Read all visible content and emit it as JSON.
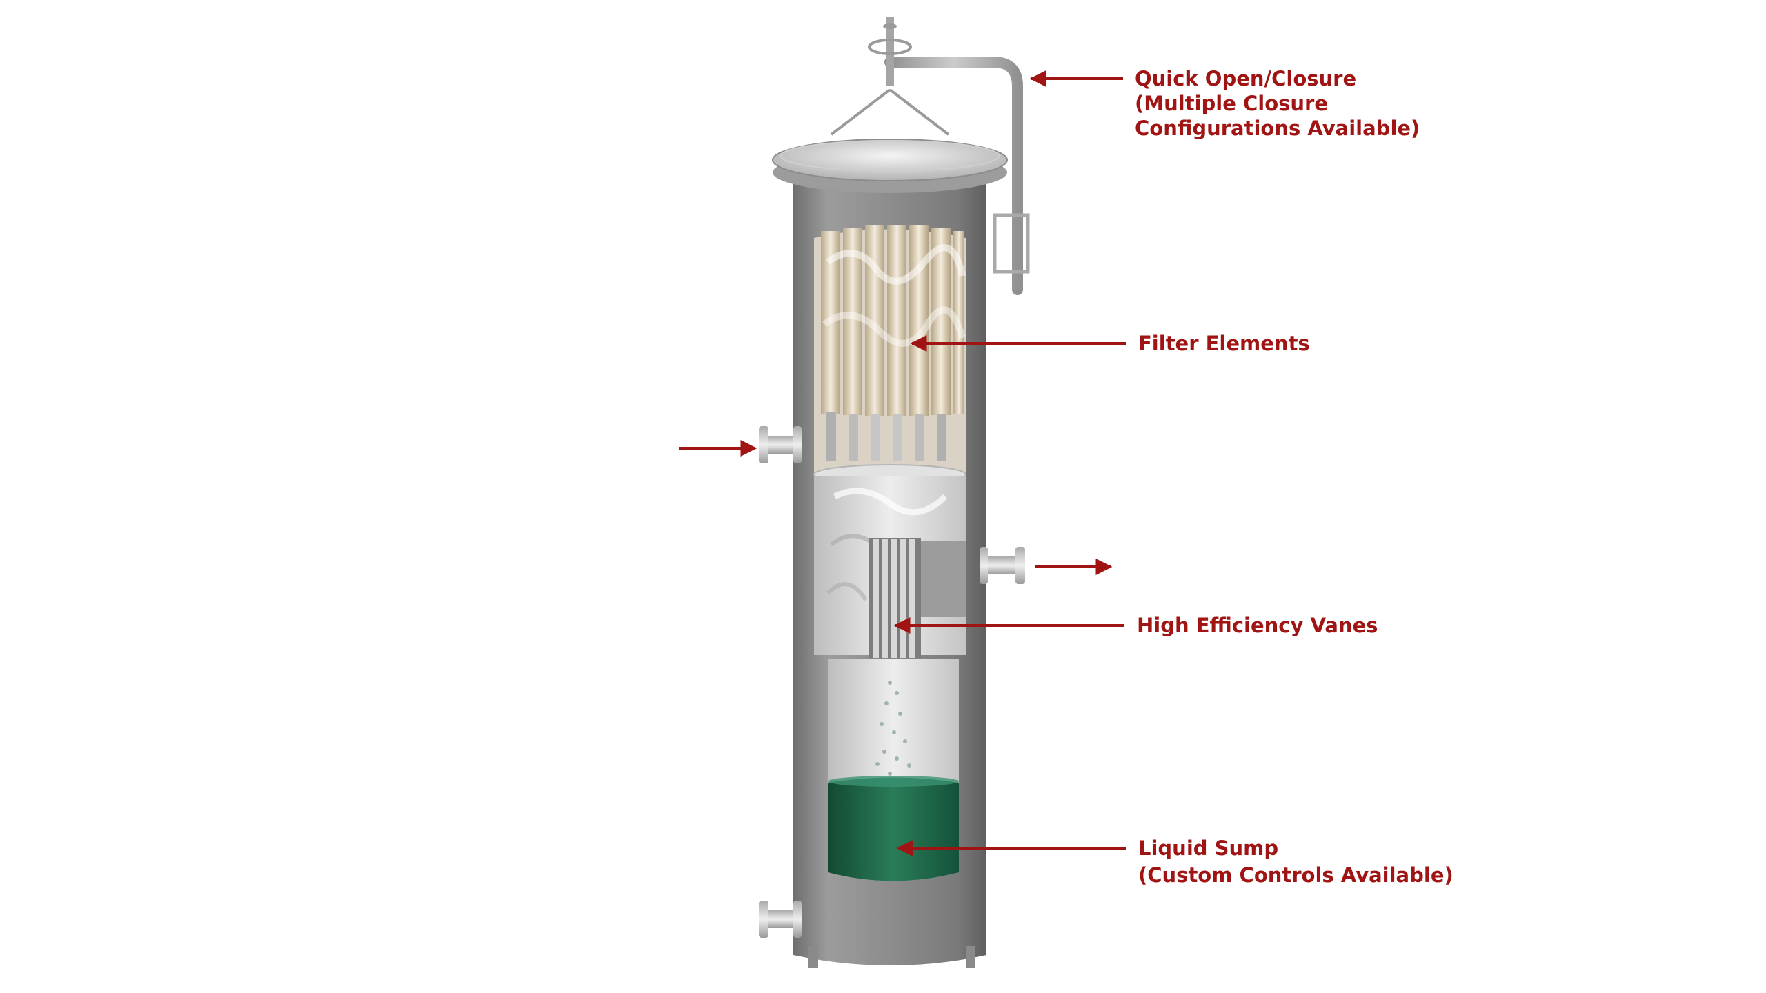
{
  "diagram": {
    "callouts": {
      "closure": {
        "lines": [
          "Quick Open/Closure",
          "(Multiple Closure",
          "Configurations Available)"
        ]
      },
      "filters": {
        "lines": [
          "Filter Elements"
        ]
      },
      "vanes": {
        "lines": [
          "High Efficiency Vanes"
        ]
      },
      "sump": {
        "lines": [
          "Liquid Sump",
          "(Custom Controls Available)"
        ]
      }
    },
    "colors": {
      "accent": "#a01414",
      "vessel": "#8e8e8e",
      "liquid": "#1e6b4c",
      "filter": "#e3d6bf"
    }
  }
}
